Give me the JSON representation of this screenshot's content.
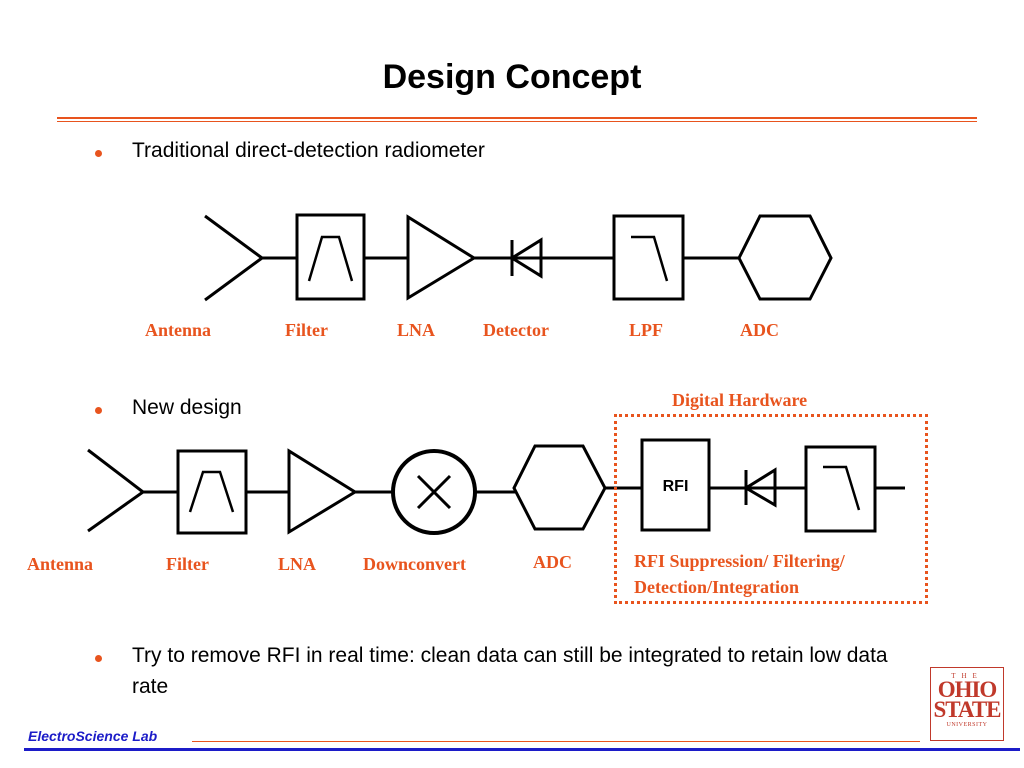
{
  "title": "Design Concept",
  "bullets": [
    "Traditional direct-detection radiometer",
    "New design",
    "Try to remove RFI in real time: clean data can still be integrated to retain low data rate"
  ],
  "diagram1": {
    "labels": [
      "Antenna",
      "Filter",
      "LNA",
      "Detector",
      "LPF",
      "ADC"
    ]
  },
  "diagram2": {
    "group_title": "Digital Hardware",
    "rfi_box": "RFI",
    "labels": [
      "Antenna",
      "Filter",
      "LNA",
      "Downconvert",
      "ADC"
    ],
    "rfi_caption_line1": "RFI Suppression/ Filtering/",
    "rfi_caption_line2": "Detection/Integration"
  },
  "footer": "ElectroScience Lab",
  "logo": {
    "the": "THE",
    "line1": "OHIO",
    "line2": "STATE",
    "line3": "UNIVERSITY"
  },
  "colors": {
    "accent": "#e8541e",
    "footer_blue": "#1c1cc8"
  }
}
